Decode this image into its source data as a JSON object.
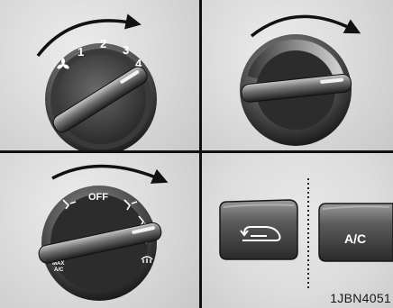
{
  "fan_knob": {
    "speeds": [
      "1",
      "2",
      "3",
      "4"
    ],
    "fan_icon": "fan-icon"
  },
  "temperature_knob": {},
  "mode_knob": {
    "off_label": "OFF",
    "max_ac_label": "MAX\nA/C",
    "icons": [
      "face-vent-icon",
      "bi-level-icon",
      "floor-icon",
      "floor-defrost-icon",
      "defrost-icon"
    ]
  },
  "buttons": {
    "recirculation_icon": "recirculation-icon",
    "ac_label": "A/C"
  },
  "figure_code": "1JBN4051"
}
